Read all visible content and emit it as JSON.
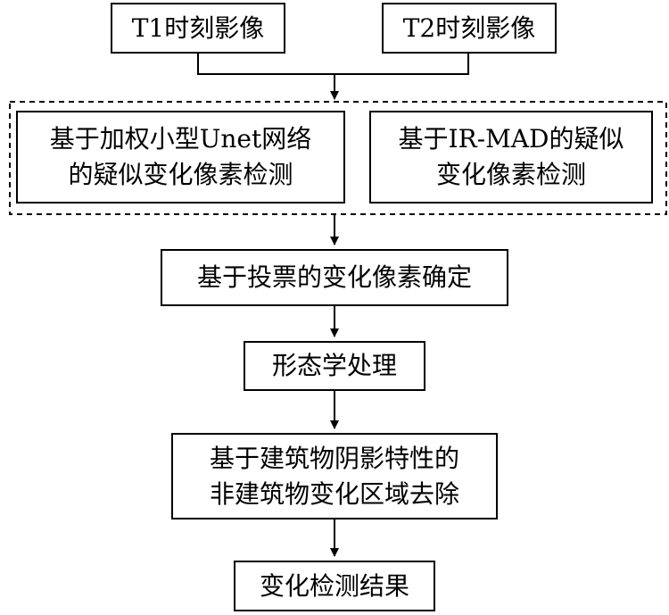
{
  "nodes": {
    "t1": "T1时刻影像",
    "t2": "T2时刻影像",
    "unet": [
      "基于加权小型Unet网络",
      "的疑似变化像素检测"
    ],
    "irmad": [
      "基于IR-MAD的疑似",
      "变化像素检测"
    ],
    "vote": "基于投票的变化像素确定",
    "morph": "形态学处理",
    "shadow": [
      "基于建筑物阴影特性的",
      "非建筑物变化区域去除"
    ],
    "result": "变化检测结果"
  },
  "colors": {
    "stroke": "#000000",
    "background": "#ffffff"
  }
}
